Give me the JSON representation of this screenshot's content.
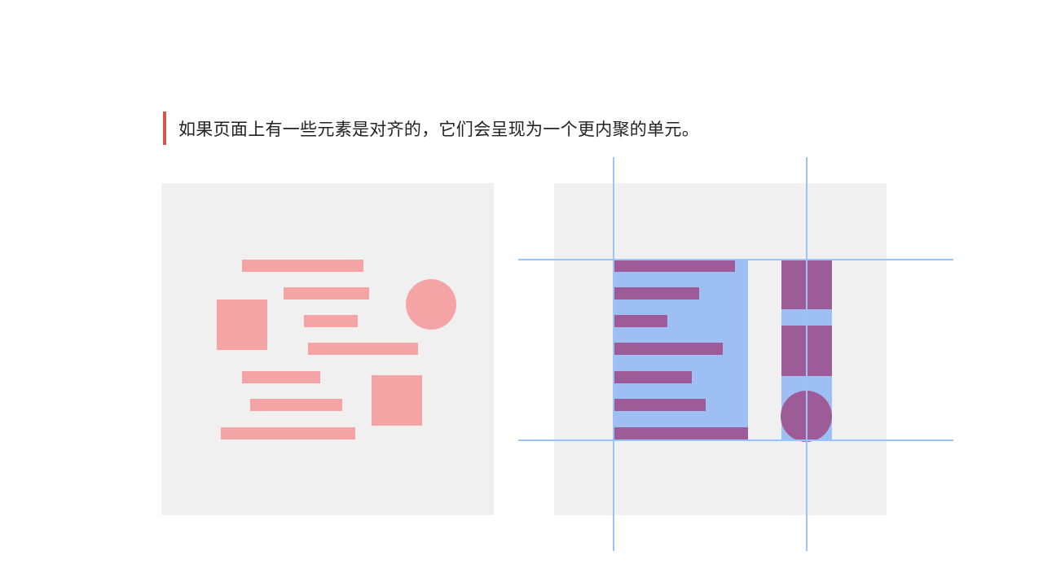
{
  "headline": {
    "text": "如果页面上有一些元素是对齐的，它们会呈现为一个更内聚的单元。",
    "accent_color": "#d9534f"
  },
  "colors": {
    "panel_background": "#f0f0f0",
    "unaligned_shape": "#f4a4a4",
    "aligned_shape": "#9d5b98",
    "group_highlight": "#9dbff3",
    "guide_line": "#9cc4f2"
  },
  "left_panel": {
    "description_name": "unaligned-example",
    "shapes": [
      "bar",
      "bar",
      "bar",
      "bar",
      "bar",
      "bar",
      "bar",
      "square",
      "square",
      "circle"
    ]
  },
  "right_panel": {
    "description_name": "aligned-example",
    "shapes": [
      "bar",
      "bar",
      "bar",
      "bar",
      "bar",
      "bar",
      "bar",
      "square",
      "square",
      "circle"
    ]
  }
}
